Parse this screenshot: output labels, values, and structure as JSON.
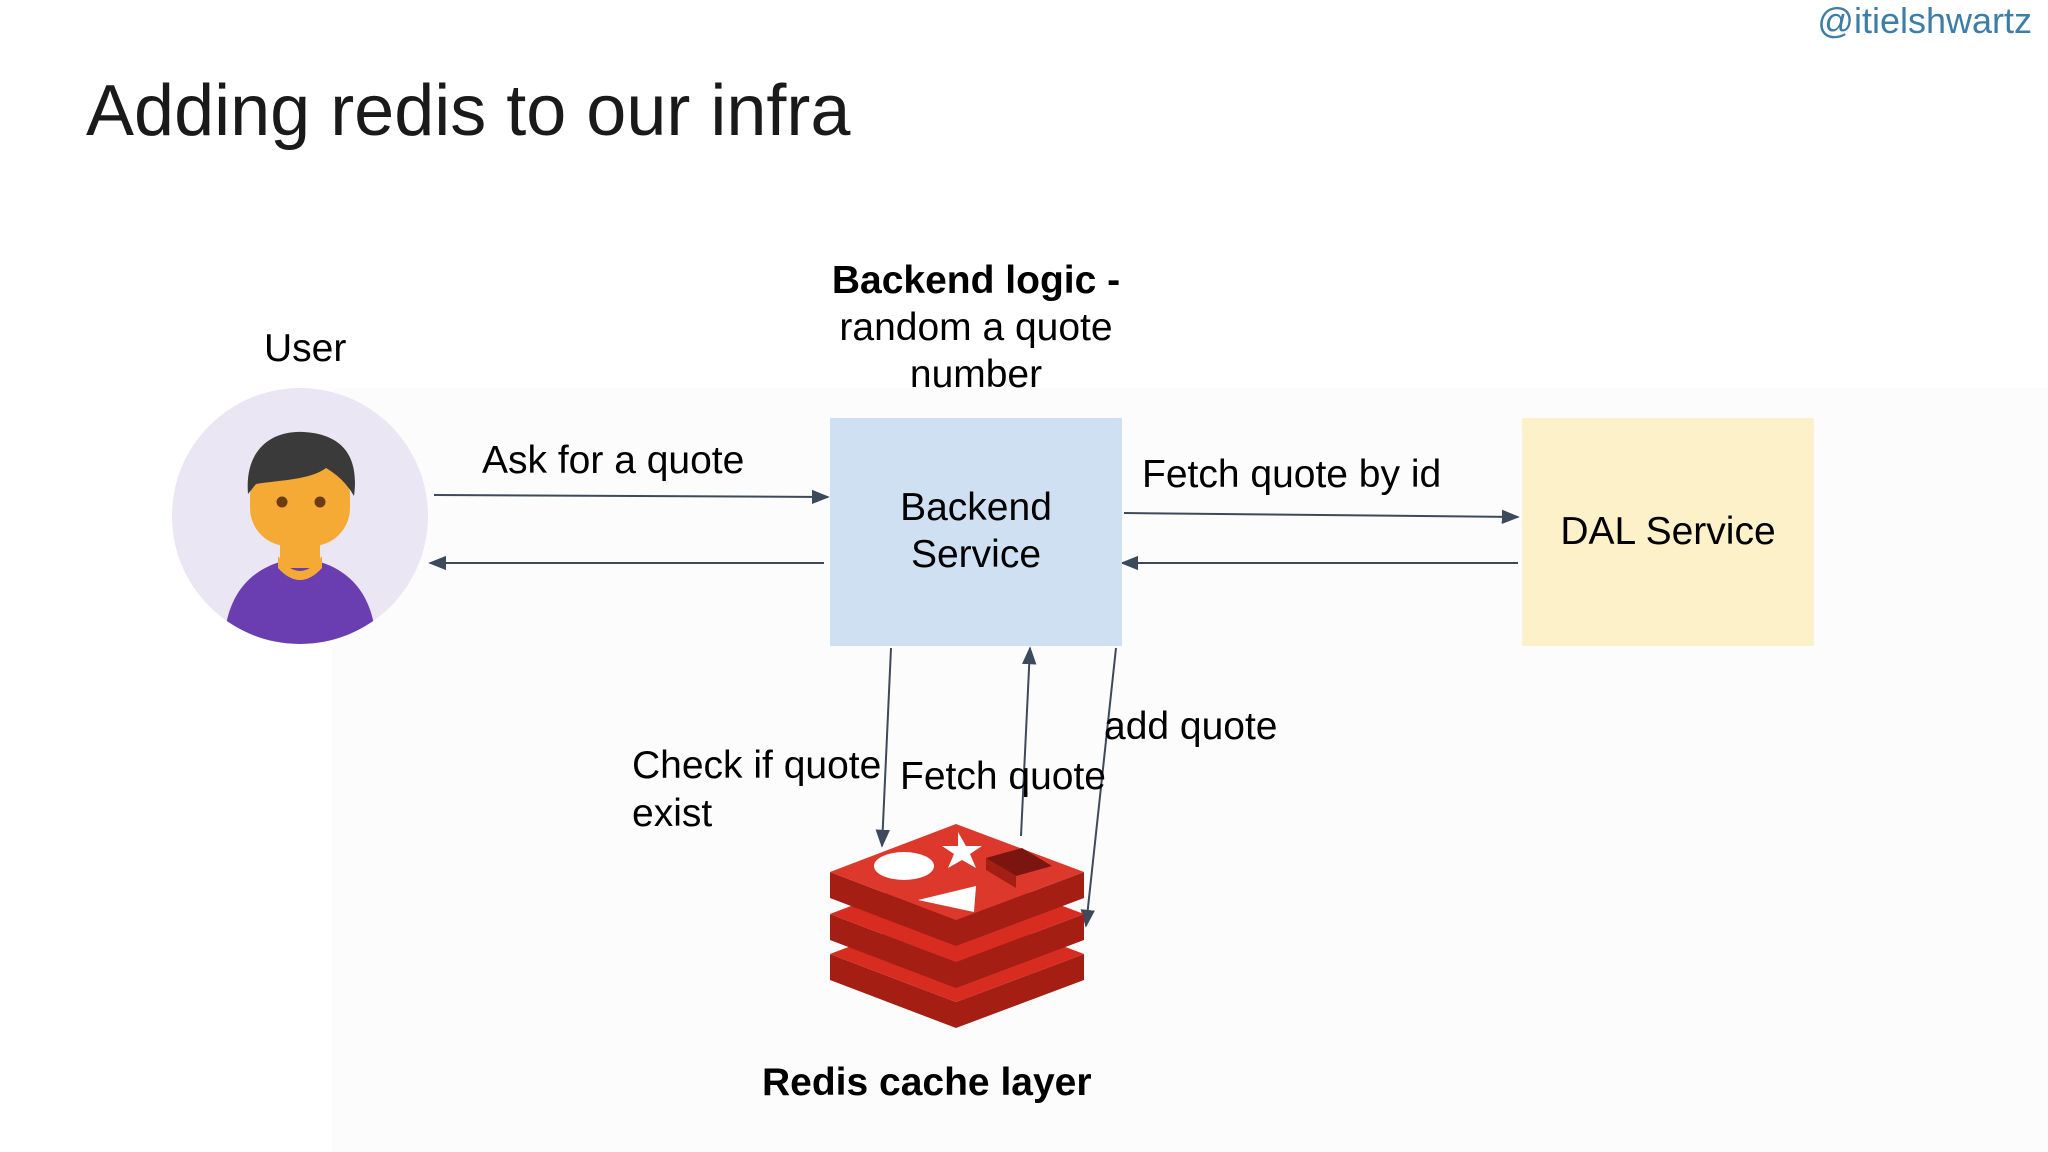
{
  "handle": "@itielshwartz",
  "slide_title": "Adding redis to our infra",
  "nodes": {
    "user_label": "User",
    "backend_logic_bold": "Backend logic -",
    "backend_logic_rest": "random a quote\nnumber",
    "backend_service": "Backend\nService",
    "dal_service": "DAL Service",
    "redis_label": "Redis cache layer"
  },
  "edges": {
    "ask_for_quote": "Ask for a quote",
    "fetch_quote_by_id": "Fetch quote by id",
    "check_if_quote_exist": "Check if quote\nexist",
    "fetch_quote": "Fetch quote",
    "add_quote": "add quote"
  },
  "colors": {
    "backend_box": "#cfe0f3",
    "dal_box": "#fdf1c9",
    "redis_red": "#d82c20",
    "arrow": "#3c4a5c"
  },
  "icons": {
    "user": "user-avatar-icon",
    "redis": "redis-logo-icon"
  }
}
